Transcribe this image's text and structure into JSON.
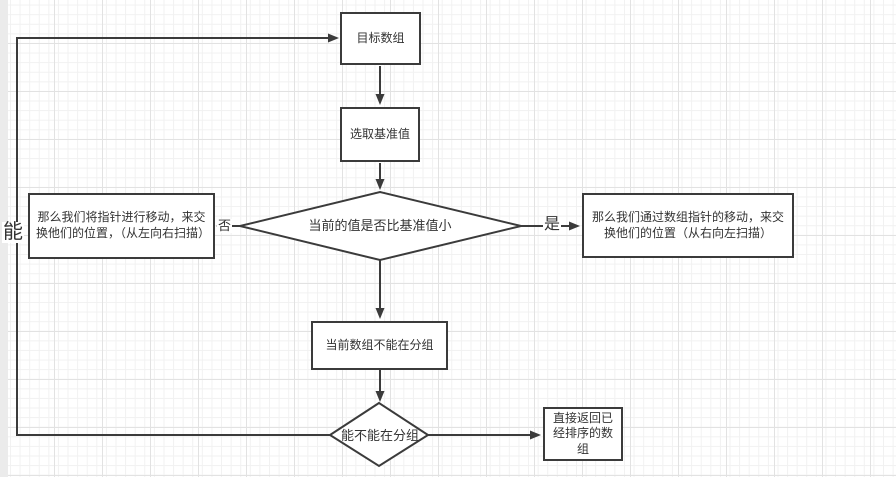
{
  "diagram": {
    "nodes": {
      "target_array": {
        "label": "目标数组"
      },
      "select_pivot": {
        "label": "选取基准值"
      },
      "compare_decision": {
        "label": "当前的值是否比基准值小"
      },
      "swap_left_to_right": {
        "label": "那么我们将指针进行移动，来交换他们的位置，（从左向右扫描）"
      },
      "swap_right_to_left": {
        "label": "那么我们通过数组指针的移动，来交换他们的位置（从右向左扫描）"
      },
      "array_cannot_partition": {
        "label": "当前数组不能在分组"
      },
      "can_partition_decision": {
        "label": "能不能在分组"
      },
      "return_sorted": {
        "label": "直接返回已经排序的数组"
      }
    },
    "edge_labels": {
      "no": "否",
      "yes": "是",
      "can": "能"
    },
    "colors": {
      "stroke": "#3b3b3b",
      "node_fill": "#ffffff",
      "text": "#333333",
      "grid_minor": "#f1f1f1",
      "grid_major": "#e2e2e2",
      "gutter": "#ebebeb",
      "canvas_bg": "#ffffff"
    }
  }
}
